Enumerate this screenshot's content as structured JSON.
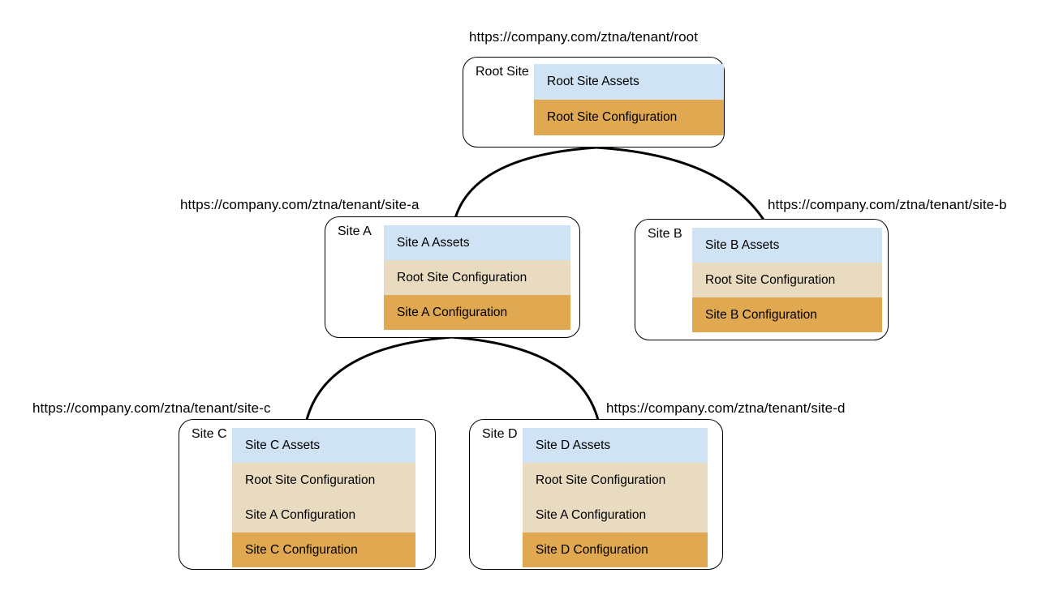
{
  "diagram": {
    "colors": {
      "assets": "#cfe3f5",
      "inherited_config": "#e8dbc0",
      "own_config": "#dfa851",
      "connector": "#000000"
    },
    "nodes": [
      {
        "id": "root",
        "label": "Root Site",
        "url": "https://company.com/ztna/tenant/root",
        "layers": [
          {
            "text": "Root Site Assets",
            "type": "assets"
          },
          {
            "text": "Root Site Configuration",
            "type": "own_config"
          }
        ]
      },
      {
        "id": "site-a",
        "label": "Site A",
        "url": "https://company.com/ztna/tenant/site-a",
        "layers": [
          {
            "text": "Site A Assets",
            "type": "assets"
          },
          {
            "text": "Root Site Configuration",
            "type": "inherited_config"
          },
          {
            "text": "Site A Configuration",
            "type": "own_config"
          }
        ]
      },
      {
        "id": "site-b",
        "label": "Site B",
        "url": "https://company.com/ztna/tenant/site-b",
        "layers": [
          {
            "text": "Site B Assets",
            "type": "assets"
          },
          {
            "text": "Root Site Configuration",
            "type": "inherited_config"
          },
          {
            "text": "Site B Configuration",
            "type": "own_config"
          }
        ]
      },
      {
        "id": "site-c",
        "label": "Site C",
        "url": "https://company.com/ztna/tenant/site-c",
        "layers": [
          {
            "text": "Site C Assets",
            "type": "assets"
          },
          {
            "text": "Root Site Configuration",
            "type": "inherited_config"
          },
          {
            "text": "Site A Configuration",
            "type": "inherited_config"
          },
          {
            "text": "Site C Configuration",
            "type": "own_config"
          }
        ]
      },
      {
        "id": "site-d",
        "label": "Site D",
        "url": "https://company.com/ztna/tenant/site-d",
        "layers": [
          {
            "text": "Site D Assets",
            "type": "assets"
          },
          {
            "text": "Root Site Configuration",
            "type": "inherited_config"
          },
          {
            "text": "Site A Configuration",
            "type": "inherited_config"
          },
          {
            "text": "Site D Configuration",
            "type": "own_config"
          }
        ]
      }
    ],
    "edges": [
      {
        "from": "root",
        "to": "site-a"
      },
      {
        "from": "root",
        "to": "site-b"
      },
      {
        "from": "site-a",
        "to": "site-c"
      },
      {
        "from": "site-a",
        "to": "site-d"
      }
    ]
  }
}
